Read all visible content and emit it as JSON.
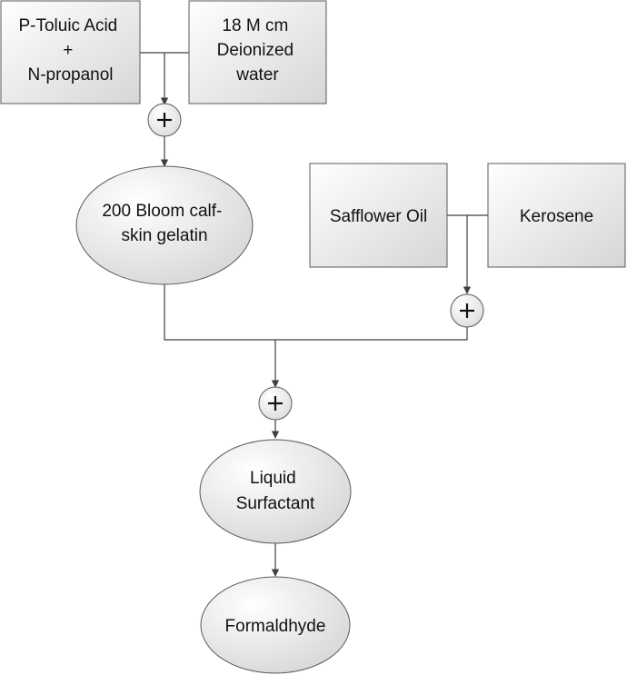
{
  "nodes": {
    "ptoluic_acid": {
      "lines": [
        "P-Toluic Acid",
        "+",
        "N-propanol"
      ]
    },
    "deionized_water": {
      "lines": [
        "18 M cm",
        "Deionized",
        "water"
      ]
    },
    "gelatin": {
      "lines": [
        "200 Bloom calf-",
        "skin gelatin"
      ]
    },
    "safflower_oil": {
      "lines": [
        "Safflower Oil"
      ]
    },
    "kerosene": {
      "lines": [
        "Kerosene"
      ]
    },
    "liquid_surfactant": {
      "lines": [
        "Liquid",
        "Surfactant"
      ]
    },
    "formaldhyde": {
      "lines": [
        "Formaldhyde"
      ]
    }
  },
  "colors": {
    "node_fill_light": "#fbfbfb",
    "node_fill_dark": "#d9d9d9",
    "node_stroke": "#595959",
    "connector": "#404040"
  }
}
